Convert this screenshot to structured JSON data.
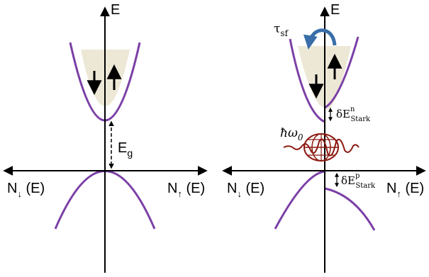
{
  "left_panel": {
    "energy_axis_label": "E",
    "dos_down_label": {
      "base": "N",
      "sub": "↓",
      "suffix": " (E)"
    },
    "dos_up_label": {
      "base": "N",
      "sub": "↑",
      "suffix": " (E)"
    },
    "gap_label": {
      "base": "E",
      "sub": "g"
    }
  },
  "right_panel": {
    "energy_axis_label": "E",
    "spin_flip_label": {
      "base": "τ",
      "sub": "sf"
    },
    "stark_n_label": {
      "base": "δE",
      "sub": "Stark",
      "sup": "n"
    },
    "stark_p_label": {
      "base": "δE",
      "sub": "Stark",
      "sup": "p"
    },
    "photon_label": {
      "base": "ħω",
      "sub": "0"
    },
    "dos_down_label": {
      "base": "N",
      "sub": "↓",
      "suffix": " (E)"
    },
    "dos_up_label": {
      "base": "N",
      "sub": "↑",
      "suffix": " (E)"
    }
  },
  "colors": {
    "band": "#7b3fa6",
    "fill": "#ede7d6",
    "pulse": "#8b1a10",
    "spin_flip_arrow": "#3a6ea8",
    "axis": "#000000"
  }
}
